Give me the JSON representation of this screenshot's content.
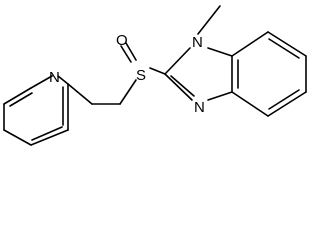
{
  "molecule": {
    "atom_labels": {
      "pyridine_nitrogen": "N",
      "sulfur": "S",
      "sulfoxide_oxygen": "O",
      "imidazole_n_methyl": "N",
      "imidazole_n_ring": "N"
    }
  }
}
